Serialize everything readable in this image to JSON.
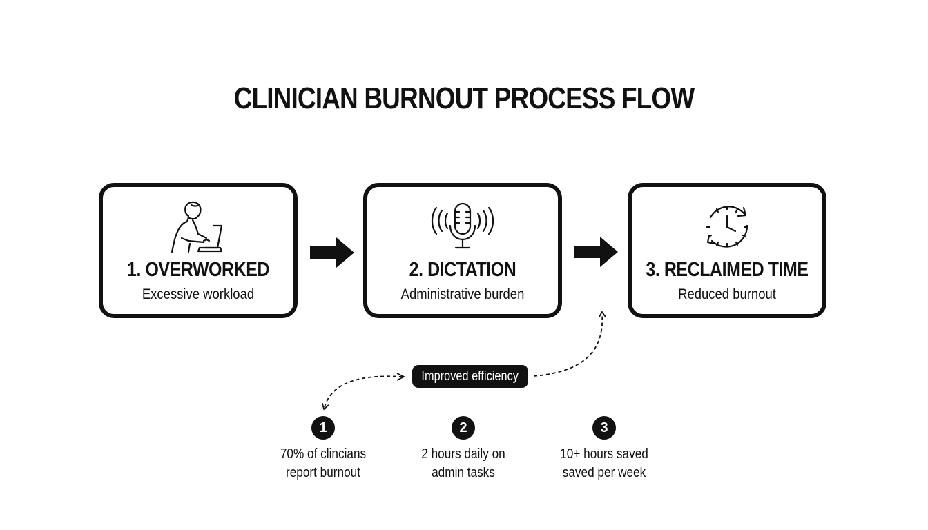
{
  "title": "CLINICIAN BURNOUT PROCESS FLOW",
  "steps": [
    {
      "title": "1. OVERWORKED",
      "subtitle": "Excessive workload",
      "icon": "person-at-laptop-icon"
    },
    {
      "title": "2. DICTATION",
      "subtitle": "Administrative burden",
      "icon": "microphone-icon"
    },
    {
      "title": "3. RECLAIMED TIME",
      "subtitle": "Reduced burnout",
      "icon": "clock-icon"
    }
  ],
  "connector_label": "Improved efficiency",
  "stats": [
    {
      "number": "1",
      "line1": "70% of clincians",
      "line2": "report burnout"
    },
    {
      "number": "2",
      "line1": "2 hours daily on",
      "line2": "admin tasks"
    },
    {
      "number": "3",
      "line1": "10+ hours saved",
      "line2": "saved per week"
    }
  ],
  "colors": {
    "ink": "#111111",
    "background": "#ffffff"
  }
}
